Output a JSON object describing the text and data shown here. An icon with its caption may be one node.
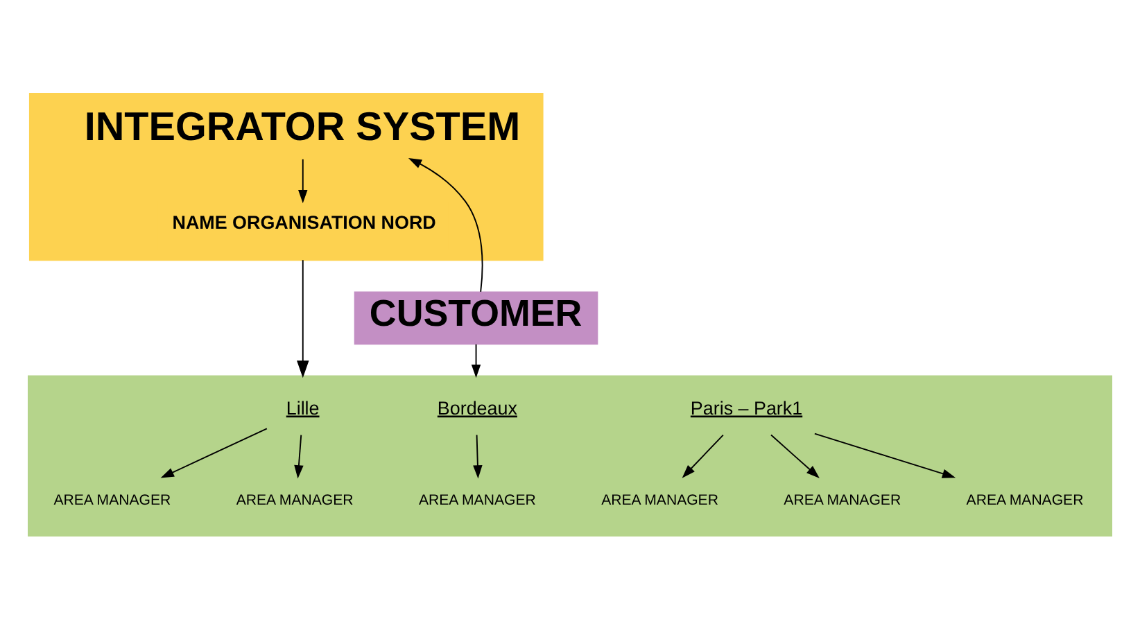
{
  "diagram": {
    "nodes": [
      {
        "text": [
          "INTEGRATOR SYSTEM"
        ]
      },
      {
        "text": [
          "NAME ORGANISATION NORD"
        ],
        "in": 0
      },
      {
        "text": [
          "CUSTOMER"
        ]
      },
      {
        "text": [],
        "shape": "box"
      },
      {
        "text": [
          "Bordeaux"
        ],
        "in": 3
      },
      {
        "text": [
          "Lille"
        ],
        "in": 3
      },
      {
        "text": [
          "Paris – Park1"
        ],
        "in": 3
      },
      {
        "text": [
          "AREA MANAGER"
        ],
        "in": 3
      },
      {
        "text": [
          "AREA MANAGER"
        ],
        "in": 3
      },
      {
        "text": [
          "AREA MANAGER"
        ],
        "in": 3
      },
      {
        "text": [
          "AREA MANAGER"
        ],
        "in": 3
      },
      {
        "text": [
          "AREA MANAGER"
        ],
        "in": 3
      },
      {
        "text": [
          "AREA MANAGER"
        ],
        "in": 3
      }
    ],
    "edges": [
      {
        "from": 0,
        "to": 1,
        "arrow": "to"
      },
      {
        "from": 2,
        "to": 0,
        "arrow": "to"
      },
      {
        "from": 0,
        "to": 3,
        "arrow": "to"
      },
      {
        "from": 2,
        "to": 3,
        "arrow": "to"
      },
      {
        "from": 4,
        "to": 7,
        "arrow": "to"
      },
      {
        "from": 5,
        "to": 8,
        "arrow": "to"
      },
      {
        "from": 5,
        "to": 9,
        "arrow": "to"
      },
      {
        "from": 6,
        "to": 10,
        "arrow": "to"
      },
      {
        "from": 6,
        "to": 11,
        "arrow": "to"
      },
      {
        "from": 6,
        "to": 12,
        "arrow": "to"
      }
    ]
  }
}
